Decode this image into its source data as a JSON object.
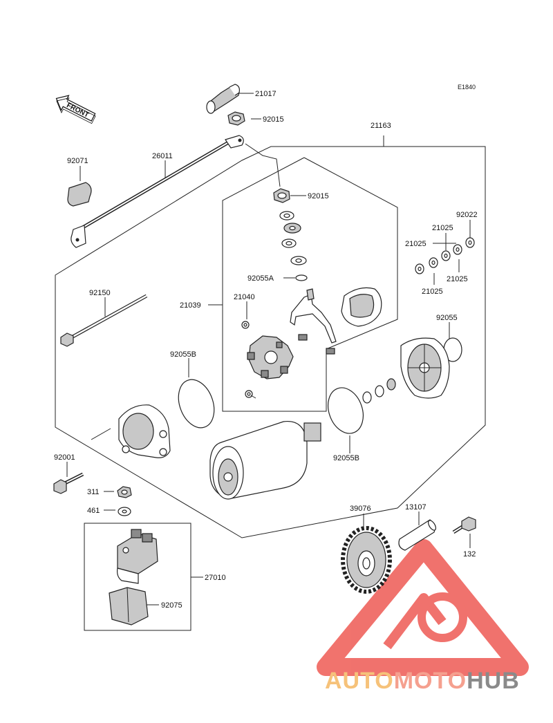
{
  "diagram": {
    "code": "E1840",
    "front_label": "FRONT",
    "labels": {
      "p21017": "21017",
      "p92015_top": "92015",
      "p21163": "21163",
      "p92071": "92071",
      "p26011": "26011",
      "p92015_mid": "92015",
      "p92022": "92022",
      "p21025_a": "21025",
      "p21025_b": "21025",
      "p21025_c": "21025",
      "p21025_d": "21025",
      "p92055A": "92055A",
      "p92150": "92150",
      "p21039": "21039",
      "p21040": "21040",
      "p92055": "92055",
      "p92055B_left": "92055B",
      "p92055B_right": "92055B",
      "p92001": "92001",
      "p311": "311",
      "p461": "461",
      "p39076": "39076",
      "p13107": "13107",
      "p132": "132",
      "p27010": "27010",
      "p92075": "92075"
    }
  },
  "watermark": {
    "text_a": "AUTO",
    "text_b": "MOTO",
    "text_c": "HUB",
    "color_a": "#f6c27a",
    "color_b": "#f5a08f",
    "color_c": "#8a8a8a",
    "logo_color": "#ee5a54"
  }
}
